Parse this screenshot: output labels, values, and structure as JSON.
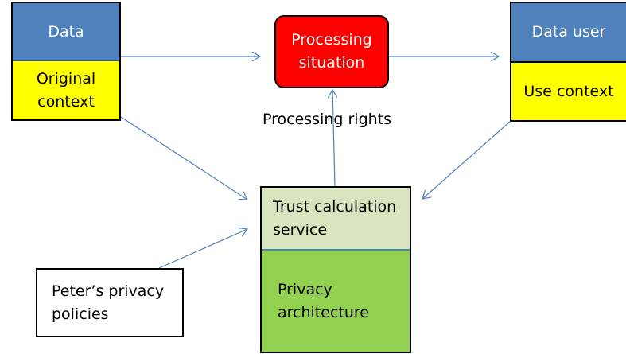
{
  "nodes": {
    "data": {
      "title": "Data",
      "context_line1": "Original",
      "context_line2": "context"
    },
    "data_user": {
      "title": "Data user",
      "context": "Use context"
    },
    "processing_situation": {
      "line1": "Processing",
      "line2": "situation"
    },
    "processing_rights": "Processing rights",
    "trust_service": {
      "line1": "Trust calculation",
      "line2": "service"
    },
    "privacy_architecture": {
      "line1": "Privacy",
      "line2": "architecture"
    },
    "privacy_policies": {
      "line1": "Peter’s privacy",
      "line2": "policies"
    }
  },
  "edges": [
    {
      "from": "data",
      "to": "processing_situation"
    },
    {
      "from": "processing_situation",
      "to": "data_user"
    },
    {
      "from": "data",
      "to": "trust_service"
    },
    {
      "from": "data_user",
      "to": "trust_service"
    },
    {
      "from": "privacy_policies",
      "to": "trust_service"
    },
    {
      "from": "trust_service",
      "to": "processing_situation"
    }
  ],
  "colors": {
    "header_blue": "#4f81bd",
    "context_yellow": "#ffff00",
    "processing_red": "#ff0000",
    "trust_light_green": "#d7e4bd",
    "architecture_green": "#92d050",
    "arrow_blue": "#4f81bd"
  }
}
